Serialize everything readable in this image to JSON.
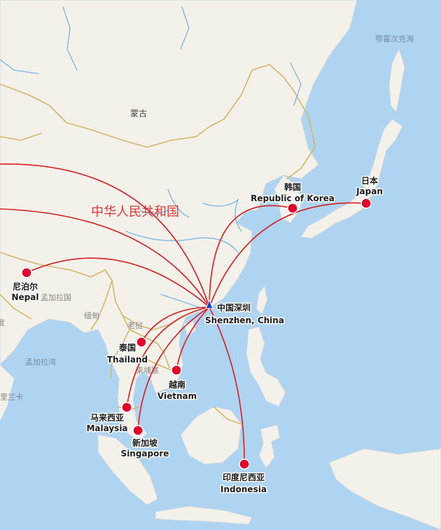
{
  "map": {
    "hub": {
      "name_zh": "中国深圳",
      "name_en": "Shenzhen, China"
    },
    "destinations": [
      {
        "id": "korea",
        "name_zh": "韩国",
        "name_en": "Republic of Korea"
      },
      {
        "id": "japan",
        "name_zh": "日本",
        "name_en": "Japan"
      },
      {
        "id": "nepal",
        "name_zh": "尼泊尔",
        "name_en": "Nepal"
      },
      {
        "id": "thailand",
        "name_zh": "泰国",
        "name_en": "Thailand"
      },
      {
        "id": "vietnam",
        "name_zh": "越南",
        "name_en": "Vietnam"
      },
      {
        "id": "malaysia",
        "name_zh": "马来西亚",
        "name_en": "Malaysia"
      },
      {
        "id": "singapore",
        "name_zh": "新加坡",
        "name_en": "Singapore"
      },
      {
        "id": "indonesia",
        "name_zh": "印度尼西亚",
        "name_en": "Indonesia"
      }
    ],
    "background_labels": {
      "china": "中华人民共和国",
      "mongolia": "蒙古",
      "okhotsk": "鄂霍次克海",
      "myanmar": "缅甸",
      "laos": "老挝",
      "cambodia": "柬埔寨",
      "bangladesh": "孟加拉国",
      "bay_of_bengal": "孟加拉湾",
      "india_partial": "度",
      "sri_lanka_partial": "里兰卡"
    },
    "colors": {
      "sea": "#aed4f2",
      "land": "#f3f1ea",
      "route": "#d81e1e",
      "marker": "#e0002a",
      "border": "#d4b86a",
      "river": "#79b6e6"
    }
  }
}
